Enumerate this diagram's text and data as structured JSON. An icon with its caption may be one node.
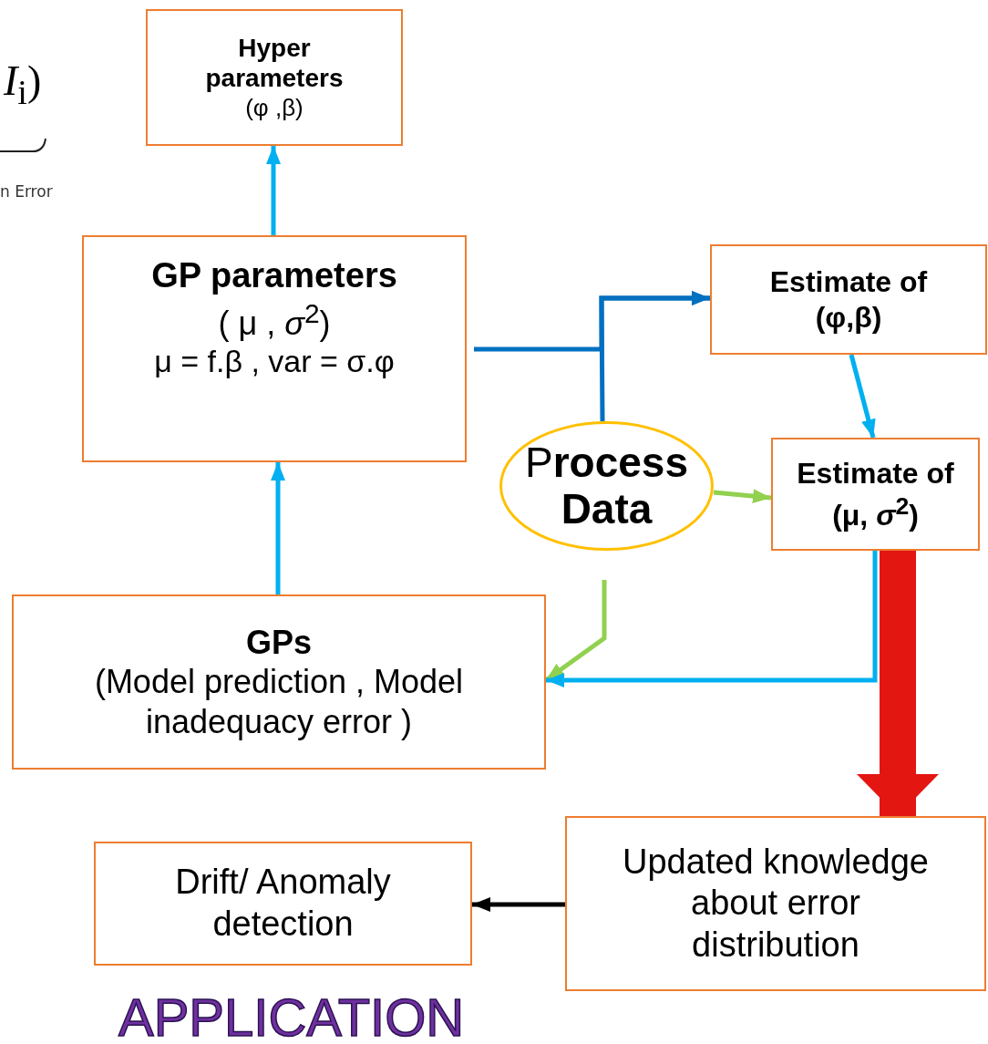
{
  "diagram": {
    "nodes": [
      {
        "text": [
          "Hyper parameters",
          "(φ ,β)"
        ]
      },
      {
        "text": [
          "GP parameters",
          "( μ , *σ*$^{2}$)",
          "μ = f.β , var = σ.φ"
        ]
      },
      {
        "text": [
          "Estimate of (φ,β)"
        ]
      },
      {
        "text": [
          "P**rocess Data**"
        ]
      },
      {
        "text": [
          "Estimate of (μ, *σ*$^{2}$)"
        ]
      },
      {
        "text": [
          "GPs",
          "(Model prediction , Model inadequacy error )"
        ]
      },
      {
        "text": [
          "Updated knowledge about error distribution"
        ]
      },
      {
        "text": [
          "Drift/ Anomaly detection"
        ]
      }
    ],
    "edges": [
      {
        "from": 1,
        "to": 0,
        "arrow": "to"
      },
      {
        "from": 1,
        "to": 2,
        "arrow": "to",
        "color": "#0070c0"
      },
      {
        "from": 3,
        "to": 2,
        "arrow": "to",
        "color": "#0070c0"
      },
      {
        "from": 2,
        "to": 4,
        "arrow": "to"
      },
      {
        "from": 3,
        "to": 4,
        "arrow": "to",
        "color": "#92d050"
      },
      {
        "from": 3,
        "to": 5,
        "arrow": "to",
        "color": "#92d050"
      },
      {
        "from": 4,
        "to": 5,
        "arrow": "to"
      },
      {
        "from": 5,
        "to": 1,
        "arrow": "to"
      },
      {
        "from": 4,
        "to": 6,
        "arrow": "to",
        "style": "thick",
        "color": "#e31612"
      },
      {
        "from": 6,
        "to": 7,
        "arrow": "to",
        "color": "#000000"
      }
    ],
    "labels": [
      "*I*$_{i}$)",
      "n Error",
      "APPLICATION"
    ]
  }
}
